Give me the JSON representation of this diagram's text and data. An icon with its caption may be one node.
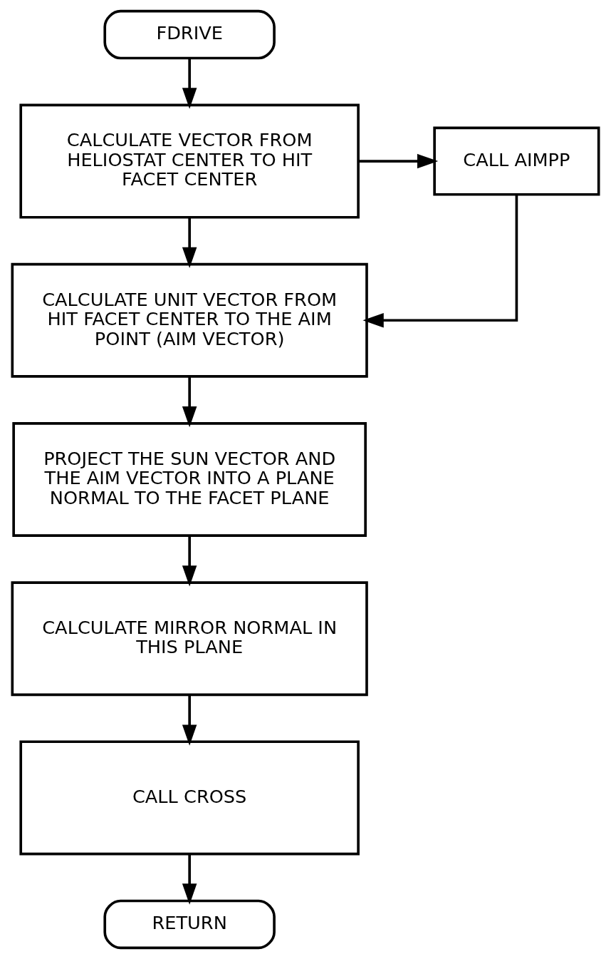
{
  "diagram": {
    "nodes": [
      {
        "text": [
          "FDRIVE"
        ]
      },
      {
        "text": [
          "CALCULATE VECTOR FROM HELIOSTAT CENTER TO HIT FACET CENTER"
        ]
      },
      {
        "text": [
          "CALL AIMPP"
        ]
      },
      {
        "text": [
          "CALCULATE UNIT VECTOR FROM HIT FACET CENTER TO THE AIM POINT (AIM VECTOR)"
        ]
      },
      {
        "text": [
          "PROJECT THE SUN VECTOR AND THE AIM VECTOR INTO A PLANE NORMAL TO THE FACET PLANE"
        ]
      },
      {
        "text": [
          "CALCULATE MIRROR NORMAL IN THIS PLANE"
        ]
      },
      {
        "text": [
          "CALL CROSS"
        ]
      },
      {
        "text": [
          "RETURN"
        ]
      }
    ],
    "edges": [
      {
        "from": 0,
        "to": 1,
        "arrow": "to"
      },
      {
        "from": 1,
        "to": 2,
        "arrow": "to"
      },
      {
        "from": 1,
        "to": 3,
        "arrow": "to"
      },
      {
        "from": 2,
        "to": 3,
        "arrow": "to"
      },
      {
        "from": 3,
        "to": 4,
        "arrow": "to"
      },
      {
        "from": 4,
        "to": 5,
        "arrow": "to"
      },
      {
        "from": 5,
        "to": 6,
        "arrow": "to"
      },
      {
        "from": 6,
        "to": 7,
        "arrow": "to"
      }
    ]
  }
}
